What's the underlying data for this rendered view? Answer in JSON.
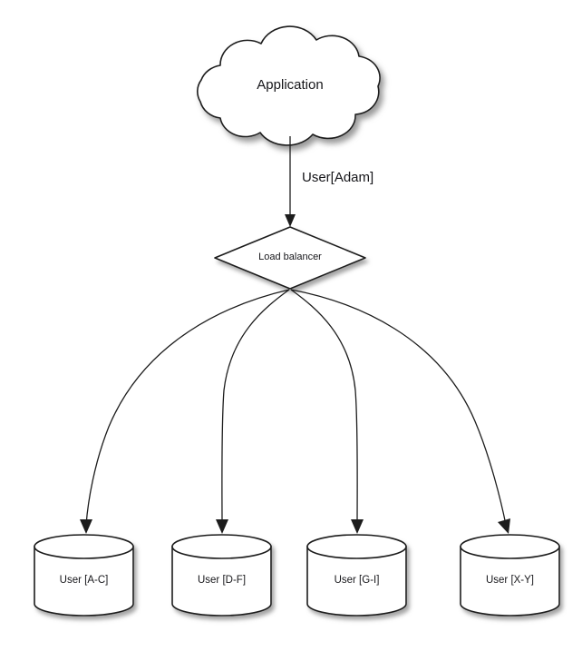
{
  "diagram": {
    "title_node": {
      "id": "application-cloud",
      "label": "Application",
      "shape": "cloud"
    },
    "balancer_node": {
      "id": "load-balancer",
      "label": "Load balancer",
      "shape": "diamond"
    },
    "edges": [
      {
        "id": "app-to-balancer",
        "label": "User[Adam]",
        "from": "application-cloud",
        "to": "load-balancer"
      },
      {
        "id": "balancer-to-db-1",
        "label": "",
        "from": "load-balancer",
        "to": "db-a-c"
      },
      {
        "id": "balancer-to-db-2",
        "label": "",
        "from": "load-balancer",
        "to": "db-d-f"
      },
      {
        "id": "balancer-to-db-3",
        "label": "",
        "from": "load-balancer",
        "to": "db-g-i"
      },
      {
        "id": "balancer-to-db-4",
        "label": "",
        "from": "load-balancer",
        "to": "db-x-y"
      }
    ],
    "databases": [
      {
        "id": "db-a-c",
        "label": "User [A-C]"
      },
      {
        "id": "db-d-f",
        "label": "User [D-F]"
      },
      {
        "id": "db-g-i",
        "label": "User [G-I]"
      },
      {
        "id": "db-x-y",
        "label": "User [X-Y]"
      }
    ],
    "colors": {
      "background": "#ffffff",
      "stroke": "#1c1c1c",
      "fill": "#ffffff",
      "text": "#16161a",
      "shadow": "#9a9a9a"
    }
  }
}
